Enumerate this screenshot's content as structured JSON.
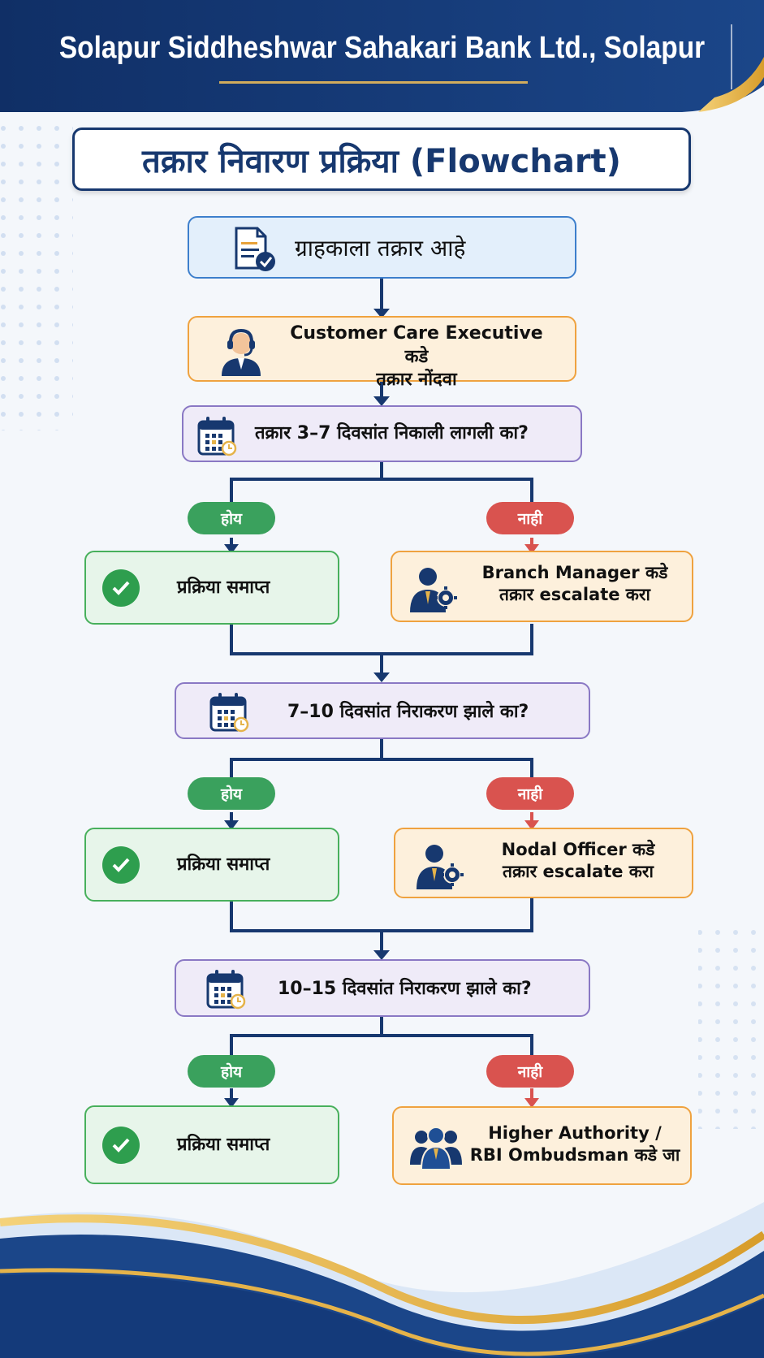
{
  "colors": {
    "navy": "#17386f",
    "header_bg": "#143a7a",
    "gold": "#e5b34a",
    "yes_green": "#3aa15d",
    "no_red": "#d9534f",
    "check_green": "#2e9e4e",
    "arrow_red": "#d9534f"
  },
  "header": {
    "title": "Solapur Siddheshwar Sahakari Bank Ltd., Solapur"
  },
  "page": {
    "title": "तक्रार निवारण प्रक्रिया (Flowchart)"
  },
  "flow": {
    "start": {
      "label": "ग्राहकाला तक्रार आहे",
      "icon": "document-check-icon"
    },
    "step1": {
      "line1": "Customer Care Executive कडे",
      "line2": "तक्रार नोंदवा",
      "icon": "headset-agent-icon"
    },
    "q1": {
      "label": "तक्रार 3–7 दिवसांत निकाली लागली का?",
      "icon": "calendar-icon"
    },
    "b1": {
      "yes_label": "होय",
      "no_label": "नाही",
      "yes_result": "प्रक्रिया समाप्त",
      "no_line1": "Branch Manager कडे",
      "no_line2": "तक्रार escalate करा",
      "no_icon": "manager-gear-icon"
    },
    "q2": {
      "label": "7–10 दिवसांत निराकरण झाले का?",
      "icon": "calendar-icon"
    },
    "b2": {
      "yes_label": "होय",
      "no_label": "नाही",
      "yes_result": "प्रक्रिया समाप्त",
      "no_line1": "Nodal Officer कडे",
      "no_line2": "तक्रार escalate करा",
      "no_icon": "manager-gear-icon"
    },
    "q3": {
      "label": "10–15 दिवसांत निराकरण झाले का?",
      "icon": "calendar-icon"
    },
    "b3": {
      "yes_label": "होय",
      "no_label": "नाही",
      "yes_result": "प्रक्रिया समाप्त",
      "no_line1": "Higher Authority /",
      "no_line2": "RBI Ombudsman कडे जा",
      "no_icon": "group-people-icon"
    }
  }
}
